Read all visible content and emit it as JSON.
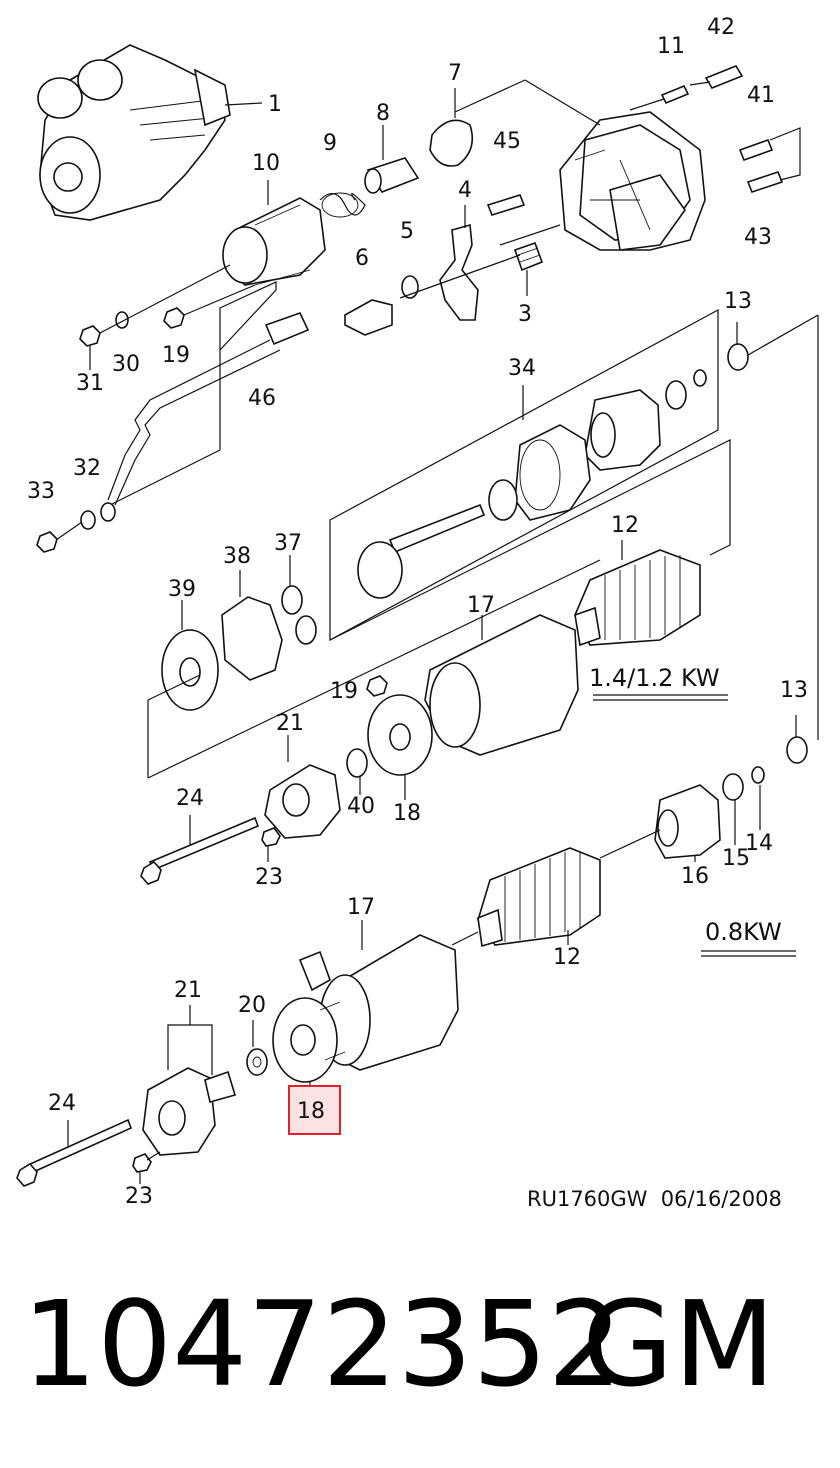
{
  "callouts": [
    {
      "id": "c1",
      "text": "1"
    },
    {
      "id": "c7",
      "text": "7"
    },
    {
      "id": "c11",
      "text": "11"
    },
    {
      "id": "c42",
      "text": "42"
    },
    {
      "id": "c41",
      "text": "41"
    },
    {
      "id": "c8",
      "text": "8"
    },
    {
      "id": "c9",
      "text": "9"
    },
    {
      "id": "c10",
      "text": "10"
    },
    {
      "id": "c45",
      "text": "45"
    },
    {
      "id": "c4",
      "text": "4"
    },
    {
      "id": "c43",
      "text": "43"
    },
    {
      "id": "c5",
      "text": "5"
    },
    {
      "id": "c6",
      "text": "6"
    },
    {
      "id": "c3",
      "text": "3"
    },
    {
      "id": "c13a",
      "text": "13"
    },
    {
      "id": "c31",
      "text": "31"
    },
    {
      "id": "c30",
      "text": "30"
    },
    {
      "id": "c19a",
      "text": "19"
    },
    {
      "id": "c34",
      "text": "34"
    },
    {
      "id": "c46",
      "text": "46"
    },
    {
      "id": "c32",
      "text": "32"
    },
    {
      "id": "c33",
      "text": "33"
    },
    {
      "id": "c37",
      "text": "37"
    },
    {
      "id": "c38",
      "text": "38"
    },
    {
      "id": "c12a",
      "text": "12"
    },
    {
      "id": "c39",
      "text": "39"
    },
    {
      "id": "c17a",
      "text": "17"
    },
    {
      "id": "c19b",
      "text": "19"
    },
    {
      "id": "c13b",
      "text": "13"
    },
    {
      "id": "c21a",
      "text": "21"
    },
    {
      "id": "c24a",
      "text": "24"
    },
    {
      "id": "c40",
      "text": "40"
    },
    {
      "id": "c18a",
      "text": "18"
    },
    {
      "id": "c14",
      "text": "14"
    },
    {
      "id": "c15",
      "text": "15"
    },
    {
      "id": "c16",
      "text": "16"
    },
    {
      "id": "c23a",
      "text": "23"
    },
    {
      "id": "c17b",
      "text": "17"
    },
    {
      "id": "c12b",
      "text": "12"
    },
    {
      "id": "c21b",
      "text": "21"
    },
    {
      "id": "c20",
      "text": "20"
    },
    {
      "id": "c24b",
      "text": "24"
    },
    {
      "id": "c18b",
      "text": "18"
    },
    {
      "id": "c23b",
      "text": "23"
    }
  ],
  "variant_labels": {
    "high_power": "1.4/1.2 KW",
    "low_power": "0.8KW"
  },
  "drawing_reference": "RU1760GW  06/16/2008",
  "part_number": "10472352",
  "brand": "GM",
  "highlight": {
    "callout": "18",
    "color": "#e0202a",
    "fill": "#fbe3e4"
  }
}
